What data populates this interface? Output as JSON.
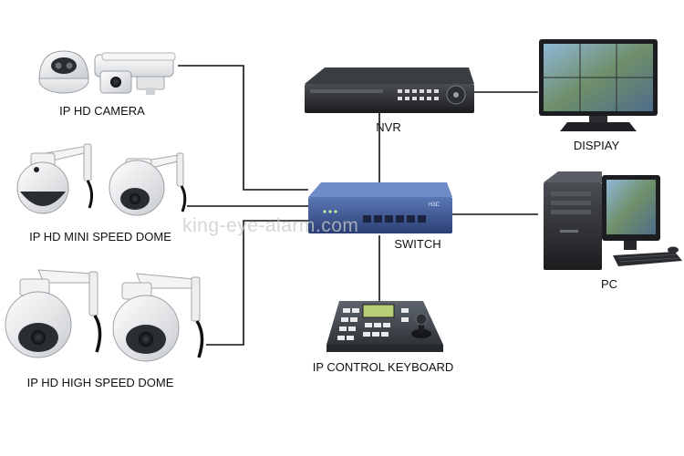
{
  "labels": {
    "ip_hd_camera": "IP HD CAMERA",
    "ip_hd_mini_speed_dome": "IP HD MINI SPEED DOME",
    "ip_hd_high_speed_dome": "IP HD HIGH SPEED DOME",
    "nvr": "NVR",
    "display": "DISPIAY",
    "switch": "SWITCH",
    "pc": "PC",
    "ip_control_keyboard": "IP CONTROL KEYBOARD"
  },
  "watermark": "king-eye-alarm.com",
  "device_markings": {
    "switch_brand": "H3C"
  }
}
